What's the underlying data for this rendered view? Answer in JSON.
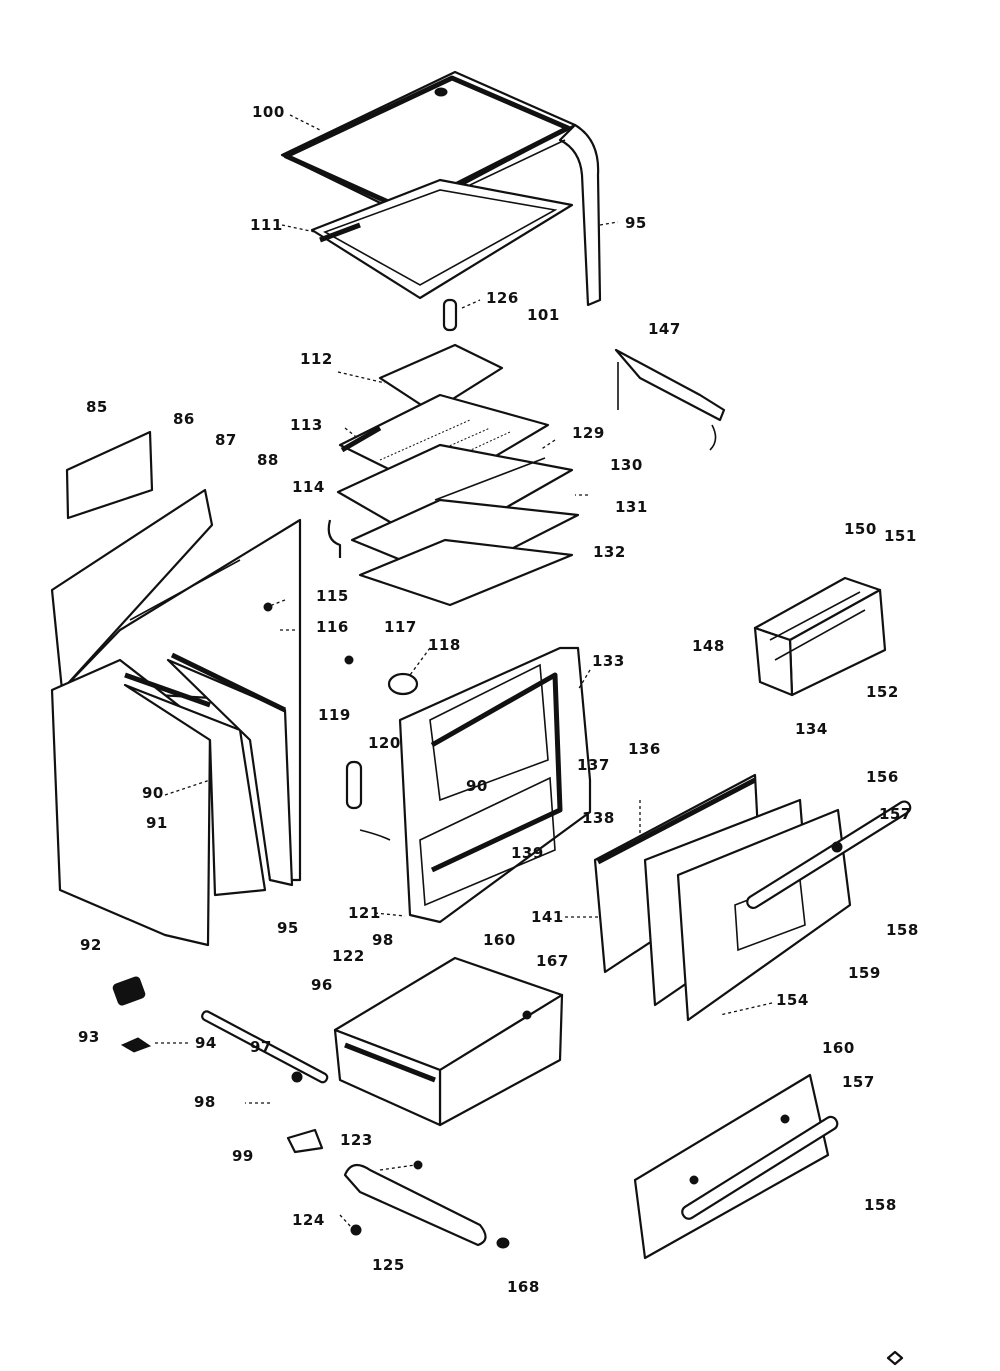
{
  "labels": {
    "l100": "100",
    "l111": "111",
    "l95a": "95",
    "l126": "126",
    "l101": "101",
    "l147": "147",
    "l112": "112",
    "l113": "113",
    "l129": "129",
    "l130": "130",
    "l114": "114",
    "l131": "131",
    "l132": "132",
    "l85": "85",
    "l86": "86",
    "l87": "87",
    "l88": "88",
    "l115": "115",
    "l116": "116",
    "l117": "117",
    "l118": "118",
    "l119": "119",
    "l133": "133",
    "l148": "148",
    "l150": "150",
    "l151": "151",
    "l152": "152",
    "l120": "120",
    "l90a": "90",
    "l90b": "90",
    "l91": "91",
    "l137": "137",
    "l136": "136",
    "l134": "134",
    "l156": "156",
    "l157a": "157",
    "l138": "138",
    "l139": "139",
    "l95b": "95",
    "l92": "92",
    "l121": "121",
    "l98a": "98",
    "l122": "122",
    "l160a": "160",
    "l167": "167",
    "l141": "141",
    "l158a": "158",
    "l159": "159",
    "l93": "93",
    "l96": "96",
    "l94": "94",
    "l97": "97",
    "l154": "154",
    "l98b": "98",
    "l160b": "160",
    "l157b": "157",
    "l99": "99",
    "l123": "123",
    "l124": "124",
    "l125": "125",
    "l158b": "158",
    "l168": "168"
  }
}
